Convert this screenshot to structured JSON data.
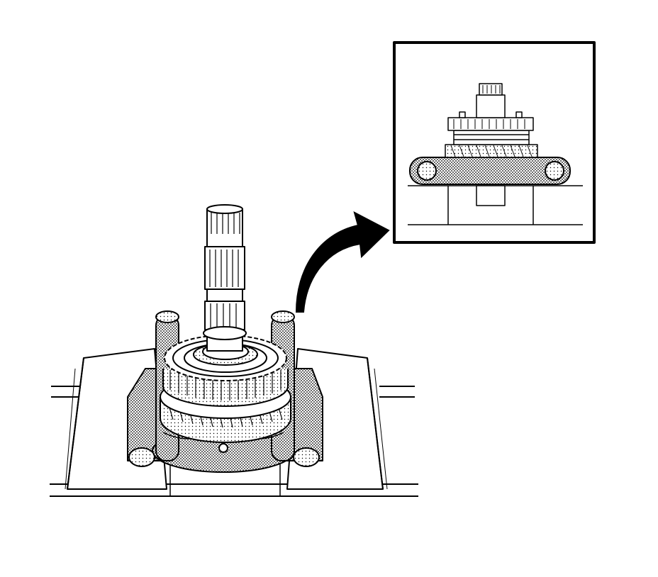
{
  "figure": {
    "main_view": {
      "parts": [
        "press-table",
        "bearing-separator",
        "gear-assembly",
        "output-shaft"
      ]
    },
    "detail_view": {
      "parts": [
        "press-table",
        "bearing-separator",
        "gear-assembly",
        "output-shaft"
      ]
    },
    "callout_arrow": {
      "direction": "main-to-detail"
    },
    "colors": {
      "ink": "#000000",
      "paper": "#ffffff",
      "shade": "#8a8a8a"
    }
  }
}
